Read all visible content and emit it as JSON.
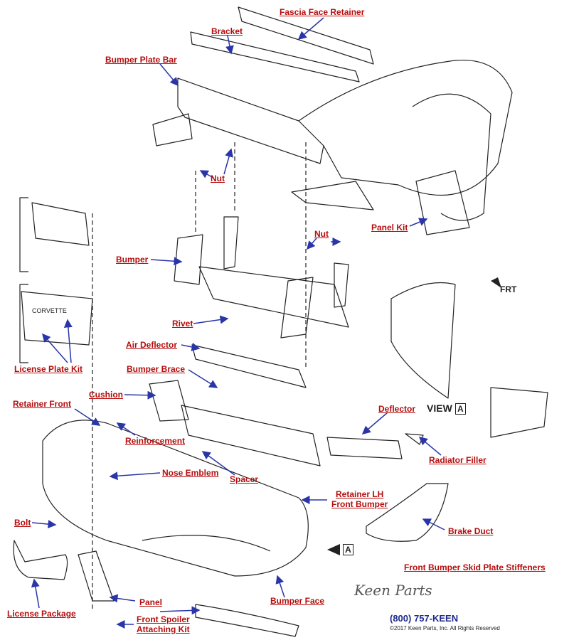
{
  "labels": {
    "fascia_face_retainer": "Fascia Face Retainer",
    "bracket": "Bracket",
    "bumper_plate_bar": "Bumper Plate Bar",
    "nut_upper": "Nut",
    "nut_mid": "Nut",
    "panel_kit": "Panel Kit",
    "bumper": "Bumper",
    "rivet": "Rivet",
    "air_deflector": "Air Deflector",
    "bumper_brace": "Bumper Brace",
    "license_plate_kit": "License Plate Kit",
    "cushion": "Cushion",
    "retainer_front": "Retainer Front",
    "reinforcement": "Reinforcement",
    "nose_emblem": "Nose Emblem",
    "spacer": "Spacer",
    "deflector": "Deflector",
    "radiator_filler": "Radiator Filler",
    "retainer_lh_line1": "Retainer LH",
    "retainer_lh_line2": "Front Bumper",
    "bolt": "Bolt",
    "brake_duct": "Brake Duct",
    "front_bumper_skid_plate_stiffeners": "Front Bumper Skid Plate Stiffeners",
    "license_package": "License Package",
    "panel": "Panel",
    "bumper_face": "Bumper Face",
    "front_spoiler_line1": "Front Spoiler",
    "front_spoiler_line2": "Attaching Kit"
  },
  "diagram_text": {
    "view_a": "VIEW",
    "view_letter": "A",
    "frt": "FRT",
    "arrow_letter": "A",
    "emblem_text": "CORVETTE"
  },
  "footer": {
    "logo": "Keen Parts",
    "phone": "(800) 757-KEEN",
    "copyright": "©2017 Keen Parts, Inc. All Rights Reserved"
  },
  "colors": {
    "label": "#b40d0d",
    "arrow": "#2a35a8",
    "line": "#222222",
    "phone": "#1d2a8c"
  }
}
